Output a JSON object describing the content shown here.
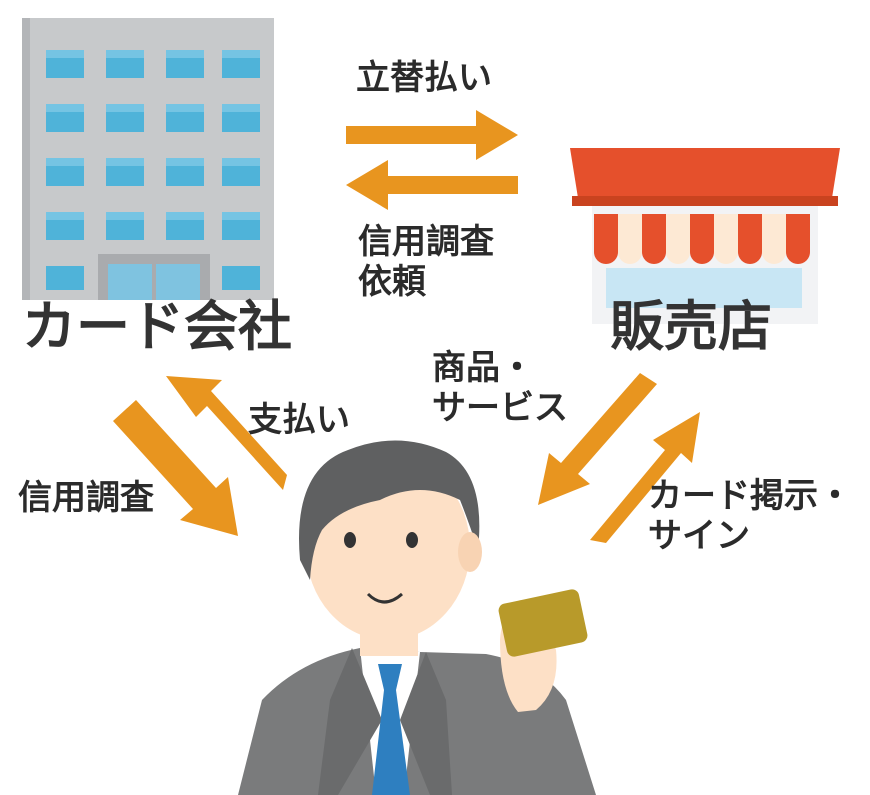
{
  "labels": {
    "card_company": "カード会社",
    "store": "販売店",
    "advance_payment": "立替払い",
    "credit_check_request_line1": "信用調査",
    "credit_check_request_line2": "依頼",
    "payment": "支払い",
    "credit_check": "信用調査",
    "goods_services_line1": "商品・",
    "goods_services_line2": "サービス",
    "card_present_line1": "カード掲示・",
    "card_present_line2": "サイン"
  },
  "colors": {
    "arrow": "#e8951f",
    "building": "#c7c9cb",
    "window": "#4fb3d9",
    "awning_red": "#e5502c",
    "store_wall": "#f2f3f5",
    "suit": "#7a7b7c",
    "tie": "#2e7fc0",
    "card": "#b89a2a"
  },
  "icons": [
    "office-building-icon",
    "store-icon",
    "businessman-icon",
    "credit-card-icon"
  ]
}
